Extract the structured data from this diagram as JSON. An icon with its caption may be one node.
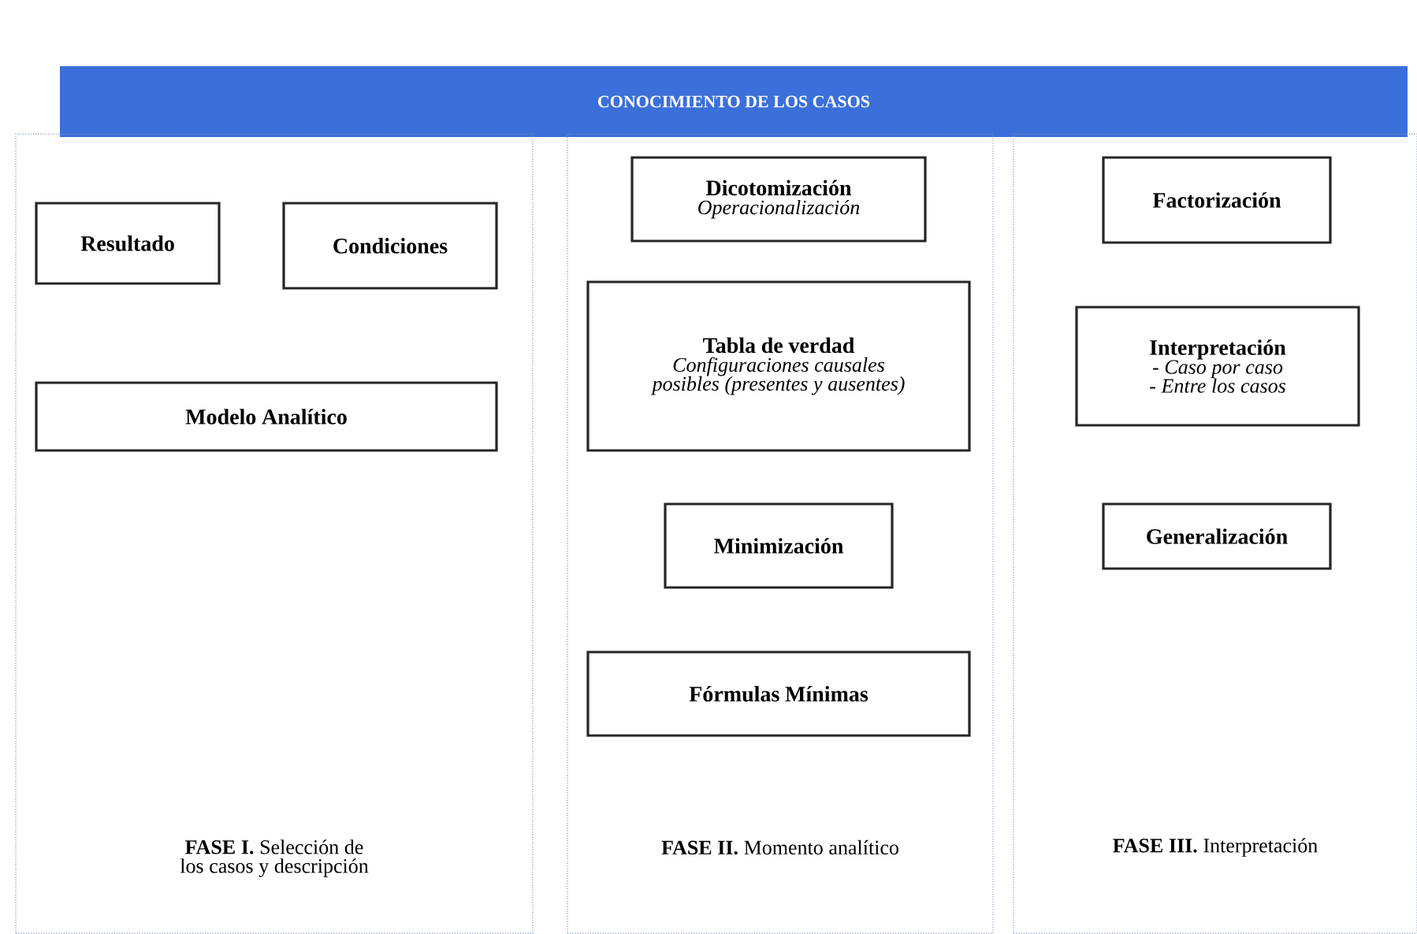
{
  "diagram": {
    "nodes": [
      {
        "text": [
          "CONOCIMIENTO DE LOS CASOS"
        ]
      },
      {
        "text": [
          "**FASE I.** Selección de los casos y descripción"
        ]
      },
      {
        "text": [
          "Resultado"
        ],
        "in": 1
      },
      {
        "text": [
          "Condiciones"
        ],
        "in": 1
      },
      {
        "text": [
          "Modelo Analítico"
        ],
        "in": 1
      },
      {
        "text": [
          "**FASE II.** Momento analítico"
        ]
      },
      {
        "text": [
          "Dicotomización",
          "Operacionalización"
        ],
        "in": 5
      },
      {
        "text": [
          "Tabla de verdad",
          "Configuraciones causales posibles (presentes y ausentes)"
        ],
        "in": 5
      },
      {
        "text": [
          "Minimización"
        ],
        "in": 5
      },
      {
        "text": [
          "Fórmulas Mínimas"
        ],
        "in": 5
      },
      {
        "text": [
          "**FASE III.** Interpretación"
        ]
      },
      {
        "text": [
          "Factorización"
        ],
        "in": 10
      },
      {
        "text": [
          "Interpretación",
          "- Caso por caso",
          "- Entre los casos"
        ],
        "in": 10
      },
      {
        "text": [
          "Generalización"
        ],
        "in": 10
      }
    ]
  }
}
